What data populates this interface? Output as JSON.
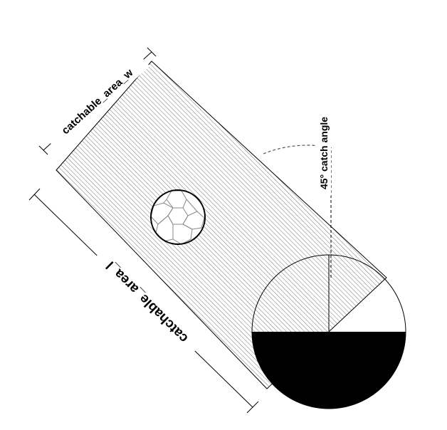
{
  "diagram": {
    "labels": {
      "width": "catchable_area_w",
      "length": "catchable_area_l",
      "angle": "45° catch angle"
    },
    "catch_angle_degrees": 45,
    "colors": {
      "ink": "#000000",
      "hatch": "#777777",
      "ball_lines": "#888888",
      "paper": "#ffffff"
    },
    "icons": {
      "ball": "soccer-ball-icon",
      "player": "goalie-circle-icon"
    }
  }
}
